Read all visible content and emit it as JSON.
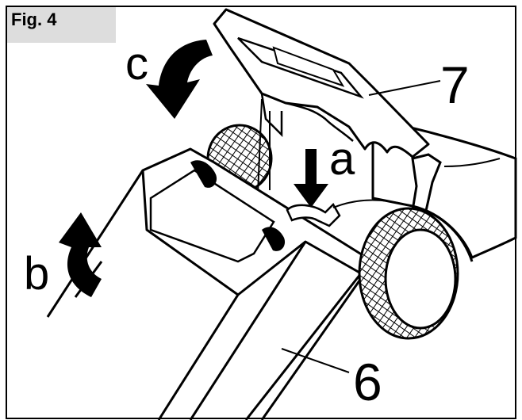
{
  "figure": {
    "label": "Fig. 4"
  },
  "callouts": {
    "a": "a",
    "b": "b",
    "c": "c",
    "part_6": "6",
    "part_7": "7"
  },
  "colors": {
    "line": "#000000",
    "tab_bg": "#dddddd",
    "background": "#ffffff"
  }
}
